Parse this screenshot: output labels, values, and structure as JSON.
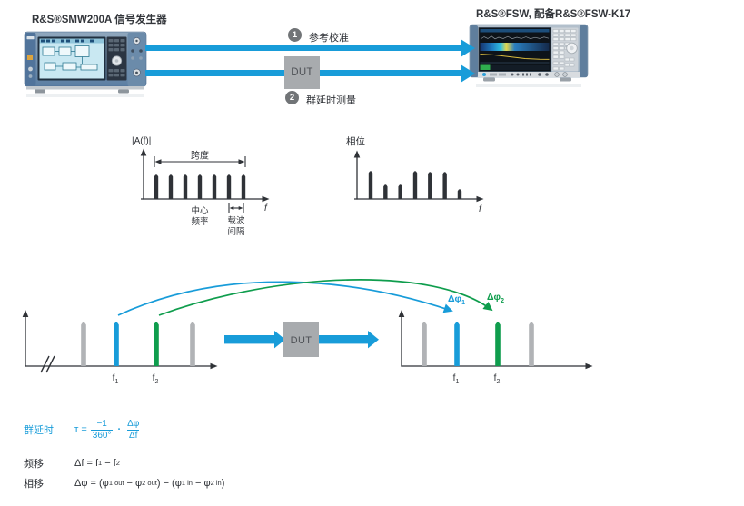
{
  "setup": {
    "generator_title": "R&S®SMW200A 信号发生器",
    "analyzer_title": "R&S®FSW, 配备R&S®FSW-K17",
    "step1_num": "1",
    "step1_label": "参考校准",
    "step2_num": "2",
    "step2_label": "群延时测量",
    "dut_label": "DUT"
  },
  "amplitude_diagram": {
    "ylabel": "|A(f)|",
    "xlabel": "f",
    "span_label": "跨度",
    "center_label_1": "中心",
    "center_label_2": "频率",
    "spacing_label_1": "载波",
    "spacing_label_2": "间隔",
    "carrier_count": 7,
    "carrier_height": 29
  },
  "phase_diagram": {
    "ylabel": "相位",
    "xlabel": "f",
    "carrier_heights": [
      33,
      18,
      18,
      33,
      32,
      32,
      13
    ]
  },
  "dut_diagram": {
    "dut_label": "DUT",
    "f_base": "f",
    "f1_sub": "1",
    "f2_sub": "2",
    "dphi_base": "Δφ",
    "dphi1_sub": "1",
    "dphi2_sub": "2",
    "carriers": [
      {
        "color": "gray"
      },
      {
        "color": "blue",
        "label": "f1"
      },
      {
        "color": "green",
        "label": "f2"
      },
      {
        "color": "gray"
      }
    ]
  },
  "formulas": {
    "group_delay_label": "群延时",
    "gd_lhs": "τ",
    "gd_eq": "=",
    "gd_num1": "−1",
    "gd_den1": "360°",
    "gd_times": "·",
    "gd_num2": "Δφ",
    "gd_den2": "Δf",
    "freq_shift_label": "频移",
    "fs_p1": "Δf = f",
    "fs_s1": "1",
    "fs_p2": " − f",
    "fs_s2": "2",
    "phase_shift_label": "相移",
    "ps_p1": "Δφ = (φ",
    "ps_s1": "1 out",
    "ps_p2": " − φ",
    "ps_s2": "2 out",
    "ps_p3": ") − (φ",
    "ps_s3": "1 in",
    "ps_p4": " − φ",
    "ps_s4": "2 in",
    "ps_p5": ")"
  },
  "colors": {
    "blue": "#189cd9",
    "green": "#0f9d4d",
    "dark": "#2f3237",
    "gray_spike": "#b1b3b6",
    "dut_gray": "#a8abae",
    "badge_gray": "#717477"
  }
}
